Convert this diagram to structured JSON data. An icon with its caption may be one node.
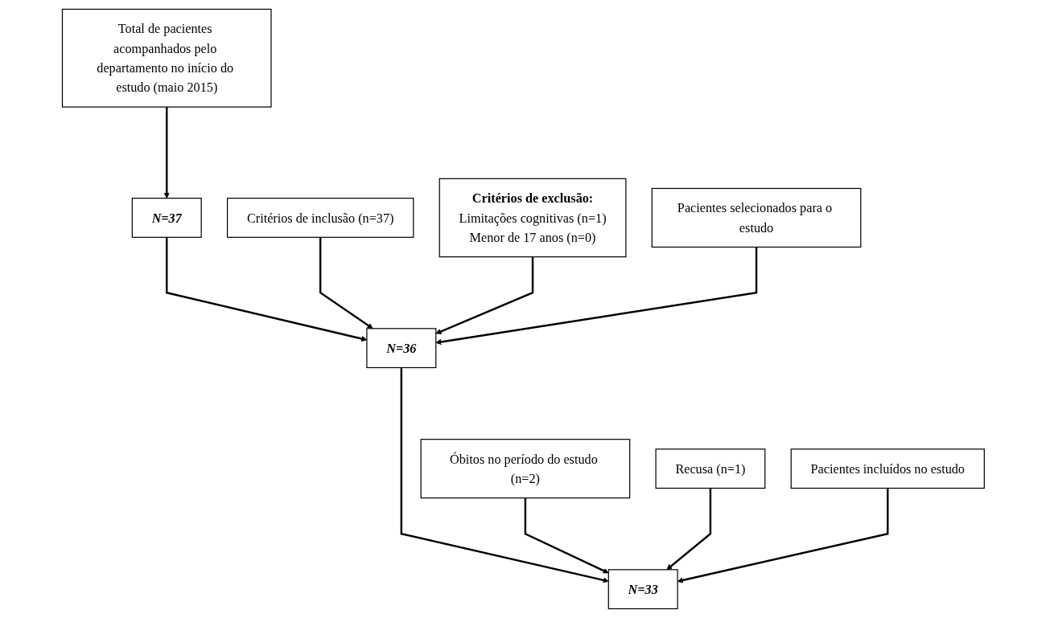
{
  "diagram": {
    "nodes": [
      {
        "text": [
          "Total de pacientes acompanhados pelo departamento no início do estudo (maio 2015)"
        ]
      },
      {
        "text": [
          "N=37"
        ]
      },
      {
        "text": [
          "Critérios de inclusão (n=37)"
        ]
      },
      {
        "text": [
          "Critérios de exclusão:",
          "Limitações cognitivas (n=1)",
          "Menor de 17 anos (n=0)"
        ]
      },
      {
        "text": [
          "Pacientes selecionados para o estudo"
        ]
      },
      {
        "text": [
          "N=36"
        ]
      },
      {
        "text": [
          "Óbitos no período do estudo (n=2)"
        ]
      },
      {
        "text": [
          "Recusa (n=1)"
        ]
      },
      {
        "text": [
          "Pacientes incluídos no estudo"
        ]
      },
      {
        "text": [
          "N=33"
        ]
      }
    ],
    "edges": [
      {
        "from": 0,
        "to": 1,
        "arrow": "to"
      },
      {
        "from": 1,
        "to": 5,
        "arrow": "to"
      },
      {
        "from": 2,
        "to": 5,
        "arrow": "to"
      },
      {
        "from": 3,
        "to": 5,
        "arrow": "to"
      },
      {
        "from": 4,
        "to": 5,
        "arrow": "to"
      },
      {
        "from": 5,
        "to": 9,
        "arrow": "to"
      },
      {
        "from": 6,
        "to": 9,
        "arrow": "to"
      },
      {
        "from": 7,
        "to": 9,
        "arrow": "to"
      },
      {
        "from": 8,
        "to": 9,
        "arrow": "to"
      }
    ]
  }
}
